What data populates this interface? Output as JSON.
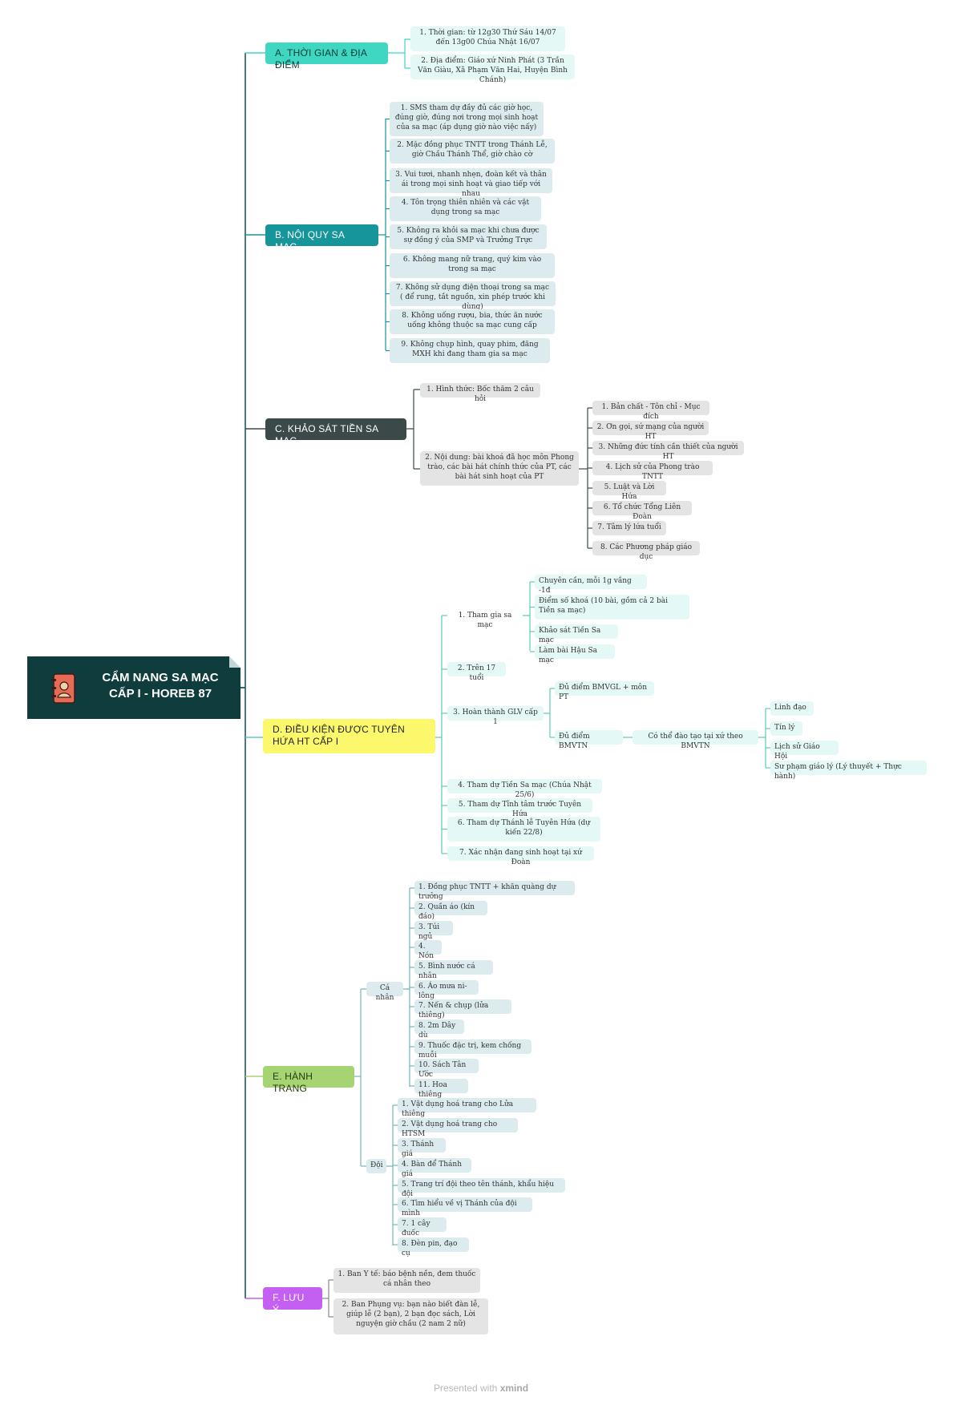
{
  "root": {
    "line1": "CẨM NANG SA MẠC",
    "line2": "CẤP I - HOREB 87",
    "icon": "notebook-icon"
  },
  "footer": {
    "prefix": "Presented with",
    "brand": "xmind"
  },
  "colors": {
    "trunk": "#1a5b5b",
    "teal": "#5fcab8",
    "a": "#3fd7c1",
    "b": "#16959a",
    "c": "#3b4a49",
    "d": "#fbf86b",
    "e": "#a6d472",
    "f": "#c35ff1"
  },
  "a": {
    "title": "A. THỜI GIAN & ĐỊA ĐIỂM",
    "items": [
      "1. Thời gian: từ 12g30 Thứ Sáu 14/07 đến 13g00 Chúa Nhật 16/07",
      "2. Địa điểm: Giáo xứ Ninh Phát (3 Trần Văn Giàu, Xã Phạm Văn Hai, Huyện Bình Chánh)"
    ]
  },
  "b": {
    "title": "B. NỘI QUY SA MẠC",
    "items": [
      "1. SMS tham dự đầy đủ các giờ học, đúng giờ, đúng nơi trong mọi sinh hoạt của sa mạc (áp dụng giờ nào việc nấy)",
      "2. Mặc đồng phục TNTT trong Thánh Lễ, giờ Chầu Thánh Thể, giờ chào cờ",
      "3. Vui tươi, nhanh nhẹn, đoàn kết và thân ái trong mọi sinh hoạt và giao tiếp với nhau",
      "4. Tôn trọng thiên nhiên và các vật dụng trong sa mạc",
      "5. Không ra khỏi sa mạc khi chưa được sự đồng ý của SMP và Trưởng Trực",
      "6. Không mang nữ trang, quý kim vào trong sa mạc",
      "7. Không sử dụng điện thoại trong sa mạc ( để rung, tắt nguồn, xin phép trước khi dùng)",
      "8. Không uống rượu, bia, thức ăn nước uống không thuộc sa mạc cung cấp",
      "9. Không chụp hình, quay phim, đăng MXH khi đang tham gia sa mạc"
    ]
  },
  "c": {
    "title": "C. KHẢO SÁT TIỀN SA MẠC",
    "form": "1. Hình thức: Bốc thăm 2 câu hỏi",
    "content": "2. Nội dung: bài khoá đã học môn Phong trào, các bài hát chính thức của PT, các bài hát sinh hoạt của PT",
    "topics": [
      "1. Bản chất - Tôn chỉ - Mục đích",
      "2. Ơn gọi, sứ mạng của người HT",
      "3. Những đức tính cần thiết của người HT",
      "4. Lịch sử của Phong trào TNTT",
      "5. Luật và Lời Hứa",
      "6. Tổ chức Tổng Liên Đoàn",
      "7. Tâm lý lứa tuổi",
      "8. Các Phương pháp giáo dục"
    ]
  },
  "d": {
    "title": "D. ĐIỀU KIỆN ĐƯỢC TUYÊN HỨA HT CẤP I",
    "i1": "1. Tham gia sa mạc",
    "i1_sub": [
      "Chuyên cần, mỗi 1g vắng -1đ",
      "Điểm số khoá (10 bài, gồm cả 2 bài Tiền sa mạc)",
      "Khảo sát Tiền Sa mạc",
      "Làm bài Hậu Sa mạc"
    ],
    "i2": "2. Trên 17 tuổi",
    "i3": "3. Hoàn thành GLV cấp 1",
    "i3_a": "Đủ điểm BMVGL + môn PT",
    "i3_b": "Đủ điểm BMVTN",
    "i3_b_note": "Có thể đào tạo tại xứ theo BMVTN",
    "i3_b_sub": [
      "Linh đạo",
      "Tín lý",
      "Lịch sử Giáo Hội",
      "Sư phạm giáo lý (Lý thuyết + Thực hành)"
    ],
    "rest": [
      "4. Tham dự Tiền Sa mạc (Chúa Nhật 25/6)",
      "5. Tham dự Tĩnh tâm trước Tuyên Hứa",
      "6. Tham dự Thánh lễ Tuyên Hứa (dự kiến 22/8)",
      "7. Xác nhận đang sinh hoạt tại xứ Đoàn"
    ]
  },
  "e": {
    "title": "E. HÀNH TRANG",
    "personal": "Cá nhân",
    "personal_items": [
      "1. Đồng phục TNTT + khăn quàng dự trưởng",
      "2. Quần áo (kín đáo)",
      "3. Túi ngủ",
      "4. Nón",
      "5. Bình nước cá nhân",
      "6. Áo mưa ni-lông",
      "7. Nến & chụp (lửa thiêng)",
      "8. 2m Dây dù",
      "9. Thuốc đặc trị, kem chống muỗi",
      "10. Sách Tân Ước",
      "11. Hoa thiêng"
    ],
    "team": "Đội",
    "team_items": [
      "1. Vật dụng hoá trang cho Lửa thiêng",
      "2. Vật dụng hoá trang cho HTSM",
      "3. Thánh giá",
      "4. Bàn để Thánh giá",
      "5. Trang trí đội theo tên thánh, khẩu hiệu đội",
      "6. Tìm hiểu về vị Thánh của đội mình",
      "7. 1 cây đuốc",
      "8. Đèn pin, đạo cụ"
    ]
  },
  "f": {
    "title": "F. LƯU Ý",
    "items": [
      "1. Ban Y tế: báo bệnh nền, đem thuốc cá nhân theo",
      "2. Ban Phụng vụ: bạn nào biết đàn lễ, giúp lễ (2 bạn), 2 bạn đọc sách, Lời nguyện giờ chầu (2 nam 2 nữ)"
    ]
  }
}
